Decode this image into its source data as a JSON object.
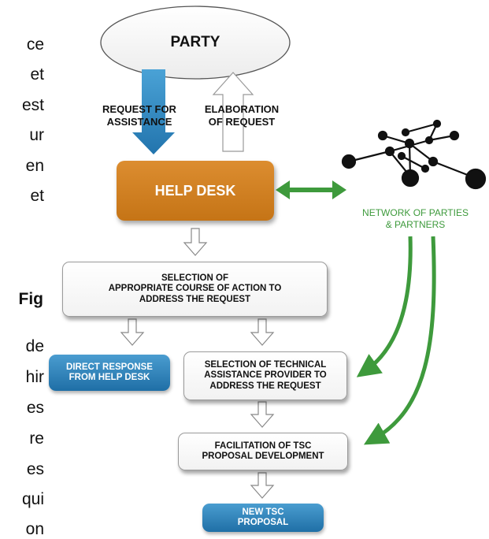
{
  "left_text_fragments": [
    "ce",
    "et",
    "est",
    "ur",
    "en",
    "et"
  ],
  "fig_label": "Fig",
  "right_text_fragments": [
    "de",
    "hir",
    "es",
    "re",
    "es",
    "qui",
    "on"
  ],
  "party": {
    "label": "PARTY"
  },
  "request_for_assistance": "REQUEST FOR\nASSISTANCE",
  "elaboration_of_request": "ELABORATION\nOF REQUEST",
  "help_desk": {
    "label": "HELP DESK",
    "color": "#d0801f"
  },
  "network": {
    "label": "NETWORK OF PARTIES\n& PARTNERS",
    "color": "#3e9a3c"
  },
  "selection_of_action": "SELECTION OF\nAPPROPRIATE COURSE OF ACTION TO\nADDRESS THE REQUEST",
  "direct_response": "DIRECT RESPONSE\nFROM HELP DESK",
  "selection_of_provider": "SELECTION OF TECHNICAL\nASSISTANCE PROVIDER TO\nADDRESS THE REQUEST",
  "facilitation": "FACILITATION OF TSC\nPROPOSAL DEVELOPMENT",
  "new_tsc_proposal": "NEW TSC\nPROPOSAL",
  "colors": {
    "blue": "#2b7fb8",
    "green": "#3e9a3c",
    "orange": "#d0801f"
  }
}
